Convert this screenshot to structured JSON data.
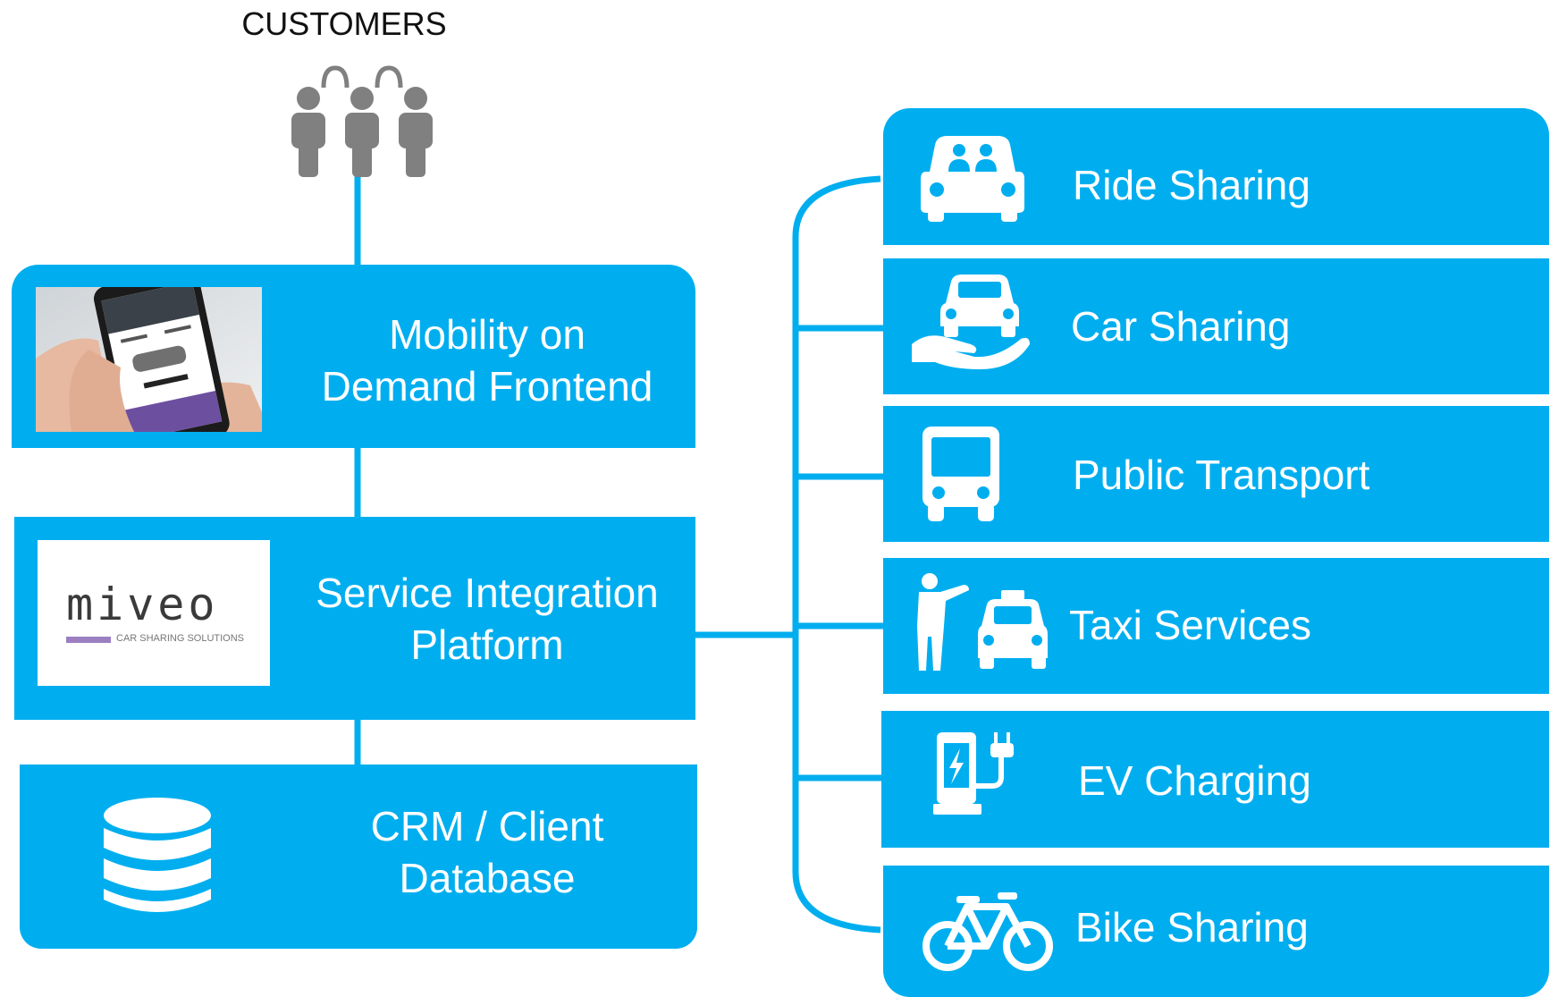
{
  "customers": {
    "title": "CUSTOMERS",
    "icon": "people-group-icon"
  },
  "stack": {
    "frontend": {
      "line1": "Mobility on",
      "line2": "Demand Frontend",
      "image": "smartphone-reservation-photo"
    },
    "platform": {
      "line1": "Service Integration",
      "line2": "Platform",
      "logo": {
        "brand": "miveo",
        "tagline": "CAR SHARING SOLUTIONS"
      }
    },
    "database": {
      "line1": "CRM / Client",
      "line2": "Database",
      "icon": "database-icon"
    }
  },
  "services": [
    {
      "label": "Ride Sharing",
      "icon": "ride-sharing-car-icon"
    },
    {
      "label": "Car Sharing",
      "icon": "car-in-hand-icon"
    },
    {
      "label": "Public Transport",
      "icon": "bus-icon"
    },
    {
      "label": "Taxi Services",
      "icon": "taxi-icon"
    },
    {
      "label": "EV Charging",
      "icon": "ev-charger-icon"
    },
    {
      "label": "Bike Sharing",
      "icon": "bicycle-icon"
    }
  ],
  "colors": {
    "accent": "#00AEEF",
    "line": "#00AEEF",
    "people": "#808080",
    "logo_purple": "#9B7FC0",
    "text": "#FFFFFF"
  }
}
